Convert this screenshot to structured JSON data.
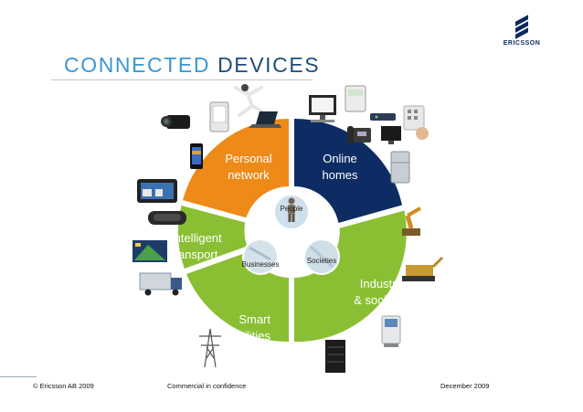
{
  "brand": {
    "logo_text": "ERICSSON"
  },
  "title": {
    "highlight": "CONNECTED",
    "rest": " DEVICES"
  },
  "segments": [
    {
      "key": "personal",
      "line1": "Personal",
      "line2": "network",
      "color": "#ee8a18"
    },
    {
      "key": "online",
      "line1": "Online",
      "line2": "homes",
      "color": "#0d2c63"
    },
    {
      "key": "industry",
      "line1": "Industry",
      "line2": "& society",
      "color": "#8abf33"
    },
    {
      "key": "smart",
      "line1": "Smart",
      "line2": "utilities",
      "color": "#8abf33"
    },
    {
      "key": "transport",
      "line1": "Intelligent",
      "line2": "transport",
      "color": "#8abf33"
    }
  ],
  "hub": {
    "people": "People",
    "businesses": "Businesses",
    "societies": "Societies"
  },
  "footer": {
    "left": "© Ericsson AB 2009",
    "center": "Commercial in confidence",
    "right": "December 2009"
  },
  "icons": [
    "camcorder-icon",
    "e-reader-icon",
    "dancer-figure-icon",
    "laptop-icon",
    "smartphone-icon",
    "gps-navigator-icon",
    "rearview-camera-icon",
    "traffic-display-icon",
    "truck-icon",
    "desktop-computer-icon",
    "electric-meter-icon",
    "keypad-icon",
    "router-icon",
    "desk-phone-icon",
    "tv-icon",
    "refrigerator-icon",
    "robot-arm-icon",
    "excavator-icon",
    "medical-scanner-icon",
    "server-rack-icon",
    "power-pylon-icon"
  ]
}
